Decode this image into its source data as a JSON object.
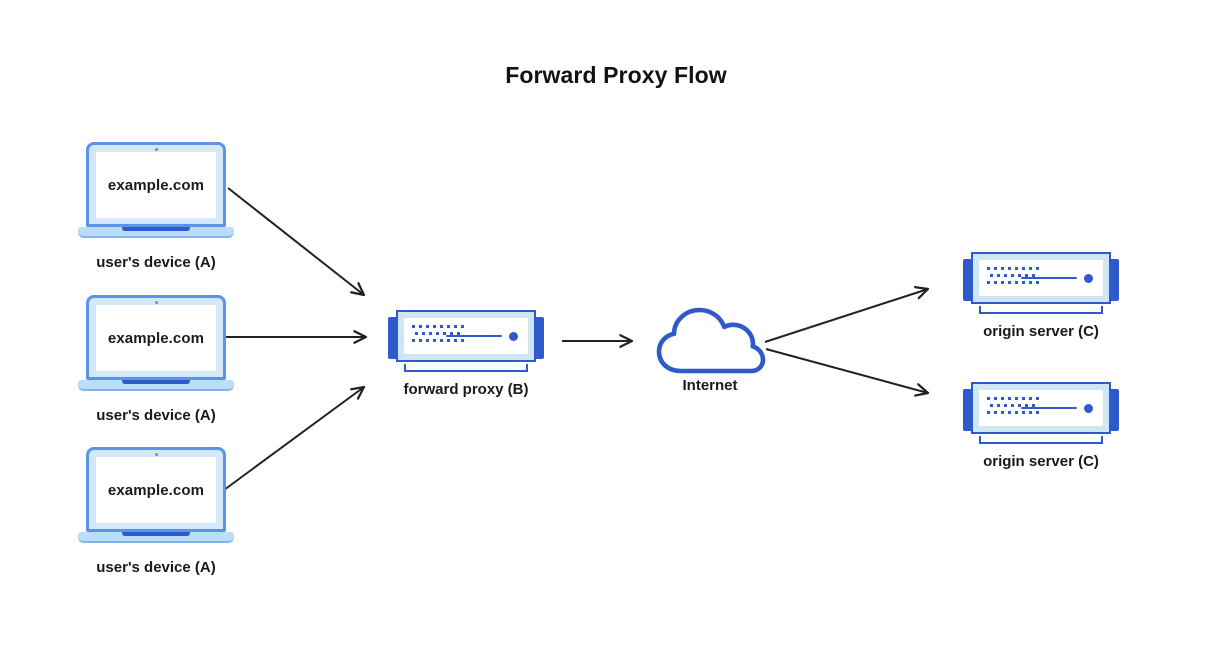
{
  "page": {
    "title": "Forward Proxy Flow",
    "background": "#ffffff"
  },
  "colors": {
    "accent_blue": "#2f5acb",
    "laptop_border": "#5b93e8",
    "laptop_bezel": "#d4e8fa",
    "server_frame": "#cfe6f3",
    "text": "#1a1a1a",
    "arrow": "#222222"
  },
  "nodes": {
    "clients": [
      {
        "screen_text": "example.com",
        "label": "user's device (A)",
        "icon": "laptop-icon"
      },
      {
        "screen_text": "example.com",
        "label": "user's device (A)",
        "icon": "laptop-icon"
      },
      {
        "screen_text": "example.com",
        "label": "user's device (A)",
        "icon": "laptop-icon"
      }
    ],
    "proxy": {
      "label": "forward proxy (B)",
      "icon": "server-icon"
    },
    "internet": {
      "label": "Internet",
      "icon": "cloud-icon"
    },
    "origins": [
      {
        "label": "origin server (C)",
        "icon": "server-icon"
      },
      {
        "label": "origin server (C)",
        "icon": "server-icon"
      }
    ]
  },
  "arrows": [
    {
      "name": "arrow-client1-to-proxy",
      "from": "user's device (A) top",
      "to": "forward proxy (B)"
    },
    {
      "name": "arrow-client2-to-proxy",
      "from": "user's device (A) middle",
      "to": "forward proxy (B)"
    },
    {
      "name": "arrow-client3-to-proxy",
      "from": "user's device (A) bottom",
      "to": "forward proxy (B)"
    },
    {
      "name": "arrow-proxy-to-internet",
      "from": "forward proxy (B)",
      "to": "Internet"
    },
    {
      "name": "arrow-internet-to-origin1",
      "from": "Internet",
      "to": "origin server (C) top"
    },
    {
      "name": "arrow-internet-to-origin2",
      "from": "Internet",
      "to": "origin server (C) bottom"
    }
  ]
}
